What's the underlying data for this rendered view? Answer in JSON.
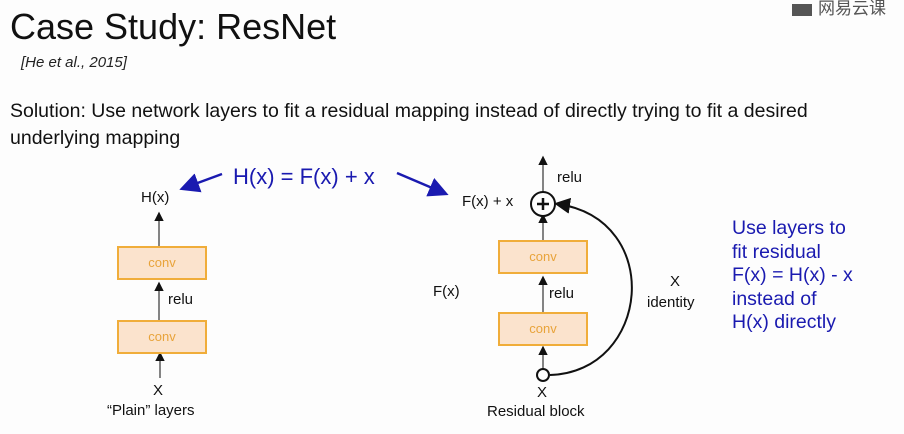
{
  "watermark": {
    "icon": "screen-icon",
    "text": "网易云课"
  },
  "slide": {
    "title": "Case Study: ResNet",
    "citation": "[He et al., 2015]",
    "solution": "Solution: Use network layers to fit a residual mapping instead of directly trying to fit a desired underlying mapping",
    "formula": "H(x) = F(x) + x"
  },
  "plain": {
    "output_label": "H(x)",
    "conv_top": "conv",
    "relu": "relu",
    "conv_bottom": "conv",
    "input_label": "X",
    "caption": "“Plain” layers"
  },
  "residual": {
    "sum_label": "F(x) + x",
    "relu_top": "relu",
    "conv_top": "conv",
    "relu_mid": "relu",
    "conv_bottom": "conv",
    "fx_label": "F(x)",
    "identity_x": "X",
    "identity_label": "identity",
    "input_label": "X",
    "caption": "Residual block",
    "plus_symbol": "+"
  },
  "note": {
    "lines": [
      "Use layers to",
      "fit residual",
      "F(x) = H(x) - x",
      "instead of",
      "H(x) directly"
    ]
  },
  "colors": {
    "accent_blue": "#1a1ab0",
    "conv_fill": "#fbe3cd",
    "conv_border": "#f0ad3a"
  }
}
